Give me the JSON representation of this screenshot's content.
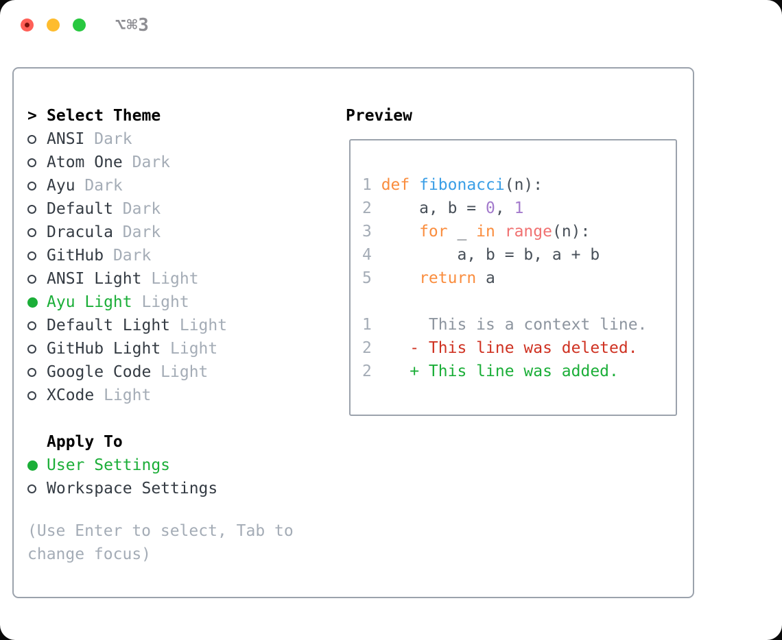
{
  "window": {
    "title": "⌥⌘3"
  },
  "theme_panel": {
    "prompt": ">",
    "heading": "Select Theme",
    "themes": [
      {
        "name": "ANSI",
        "variant": "Dark",
        "selected": false
      },
      {
        "name": "Atom One",
        "variant": "Dark",
        "selected": false
      },
      {
        "name": "Ayu",
        "variant": "Dark",
        "selected": false
      },
      {
        "name": "Default",
        "variant": "Dark",
        "selected": false
      },
      {
        "name": "Dracula",
        "variant": "Dark",
        "selected": false
      },
      {
        "name": "GitHub",
        "variant": "Dark",
        "selected": false
      },
      {
        "name": "ANSI Light",
        "variant": "Light",
        "selected": false
      },
      {
        "name": "Ayu Light",
        "variant": "Light",
        "selected": true
      },
      {
        "name": "Default Light",
        "variant": "Light",
        "selected": false
      },
      {
        "name": "GitHub Light",
        "variant": "Light",
        "selected": false
      },
      {
        "name": "Google Code",
        "variant": "Light",
        "selected": false
      },
      {
        "name": "XCode",
        "variant": "Light",
        "selected": false
      }
    ],
    "apply_to": {
      "heading": "Apply To",
      "options": [
        {
          "label": "User Settings",
          "selected": true
        },
        {
          "label": "Workspace Settings",
          "selected": false
        }
      ]
    },
    "hint": "(Use Enter to select, Tab to change focus)"
  },
  "preview": {
    "heading": "Preview",
    "code_lines": [
      {
        "num": "1",
        "segments": [
          {
            "text": "def",
            "color": "keyword"
          },
          {
            "text": " ",
            "color": "plain"
          },
          {
            "text": "fibonacci",
            "color": "function"
          },
          {
            "text": "(n):",
            "color": "plain"
          }
        ]
      },
      {
        "num": "2",
        "segments": [
          {
            "text": "    a, b = ",
            "color": "plain"
          },
          {
            "text": "0",
            "color": "number"
          },
          {
            "text": ", ",
            "color": "plain"
          },
          {
            "text": "1",
            "color": "number"
          }
        ]
      },
      {
        "num": "3",
        "segments": [
          {
            "text": "    ",
            "color": "plain"
          },
          {
            "text": "for",
            "color": "keyword"
          },
          {
            "text": " _ ",
            "color": "plain"
          },
          {
            "text": "in",
            "color": "keyword"
          },
          {
            "text": " ",
            "color": "plain"
          },
          {
            "text": "range",
            "color": "builtin"
          },
          {
            "text": "(n):",
            "color": "plain"
          }
        ]
      },
      {
        "num": "4",
        "segments": [
          {
            "text": "        a, b = b, a + b",
            "color": "plain"
          }
        ]
      },
      {
        "num": "5",
        "segments": [
          {
            "text": "    ",
            "color": "plain"
          },
          {
            "text": "return",
            "color": "keyword"
          },
          {
            "text": " a",
            "color": "plain"
          }
        ]
      }
    ],
    "diff_lines": [
      {
        "num": "1",
        "text": "     This is a context line.",
        "kind": "context"
      },
      {
        "num": "2",
        "text": "   - This line was deleted.",
        "kind": "deleted"
      },
      {
        "num": "2",
        "text": "   + This line was added.",
        "kind": "added"
      }
    ]
  },
  "colors": {
    "accent_green": "#1BAE38",
    "deleted_red": "#CF3222",
    "keyword_orange": "#FA8D3E",
    "function_blue": "#399EE6",
    "number_purple": "#A37ACC",
    "builtin_coral": "#F07171",
    "code_text": "#474F58",
    "context_gray": "#8D959F",
    "muted_gray": "#A4ACB6",
    "list_text": "#343B43",
    "border_gray": "#9BA2AC",
    "traffic_red": "#FF5F57",
    "traffic_yellow": "#FEBC2E",
    "traffic_green": "#28C840"
  }
}
